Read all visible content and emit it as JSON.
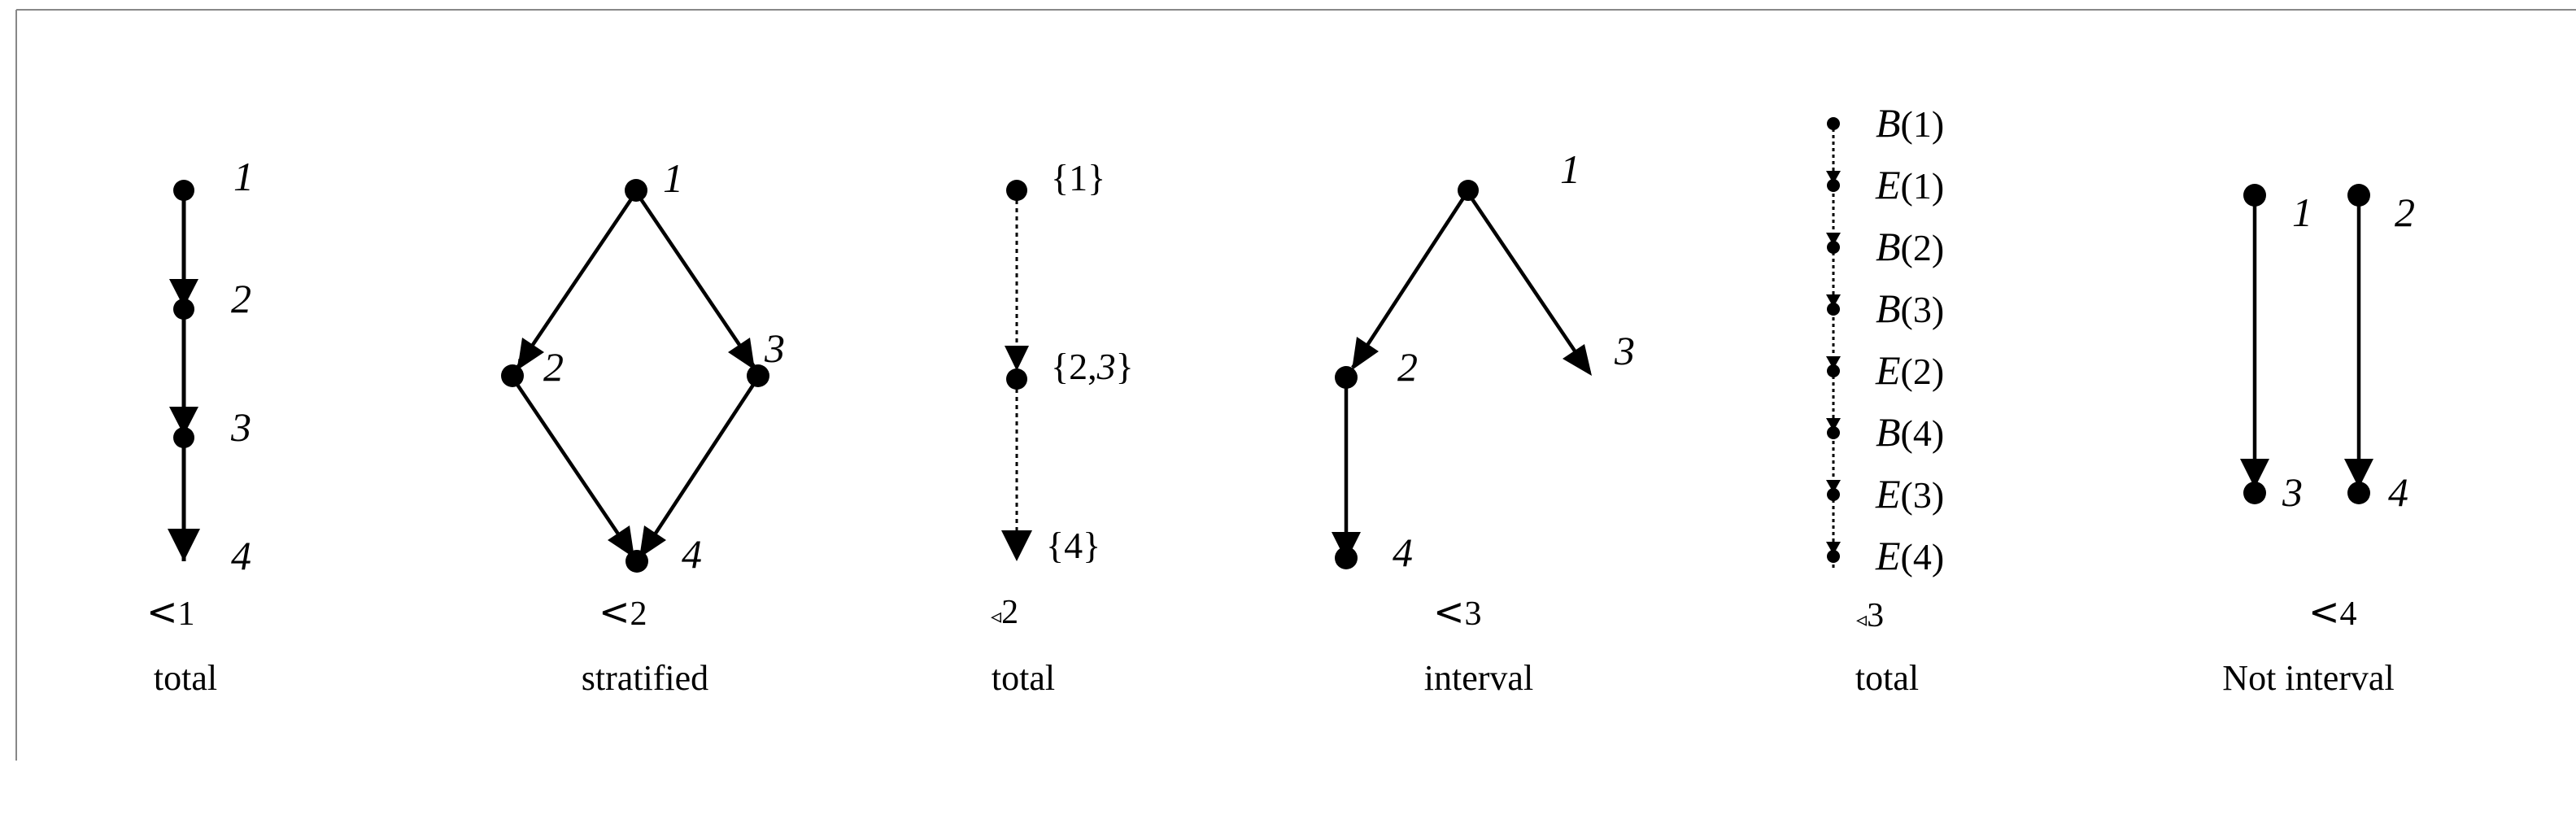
{
  "panels": [
    {
      "relation": {
        "symbol": "<",
        "index": "1"
      },
      "caption": "total",
      "labels": [
        "1",
        "2",
        "3",
        "4"
      ]
    },
    {
      "relation": {
        "symbol": "<",
        "index": "2"
      },
      "caption": "stratified",
      "labels": [
        "1",
        "2",
        "3",
        "4"
      ]
    },
    {
      "relation": {
        "symbol": "◃",
        "index": "2"
      },
      "caption": "total",
      "labels": [
        {
          "parts": [
            {
              "t": "{1}"
            }
          ]
        },
        {
          "parts": [
            {
              "t": "{2,"
            },
            {
              "t": "3",
              "i": true
            },
            {
              "t": "}"
            }
          ]
        },
        {
          "parts": [
            {
              "t": "{4}"
            }
          ]
        }
      ]
    },
    {
      "relation": {
        "symbol": "<",
        "index": "3"
      },
      "caption": "interval",
      "labels": [
        "1",
        "2",
        "3",
        "4"
      ]
    },
    {
      "relation": {
        "symbol": "◃",
        "index": "3"
      },
      "caption": "total",
      "labels": [
        {
          "f": "B",
          "a": "(1)"
        },
        {
          "f": "E",
          "a": "(1)"
        },
        {
          "f": "B",
          "a": "(2)"
        },
        {
          "f": "B",
          "a": "(3)"
        },
        {
          "f": "E",
          "a": "(2)"
        },
        {
          "f": "B",
          "a": "(4)"
        },
        {
          "f": "E",
          "a": "(3)"
        },
        {
          "f": "E",
          "a": "(4)"
        }
      ]
    },
    {
      "relation": {
        "symbol": "<",
        "index": "4"
      },
      "caption": "Not interval",
      "labels": [
        "1",
        "2",
        "3",
        "4"
      ]
    }
  ]
}
